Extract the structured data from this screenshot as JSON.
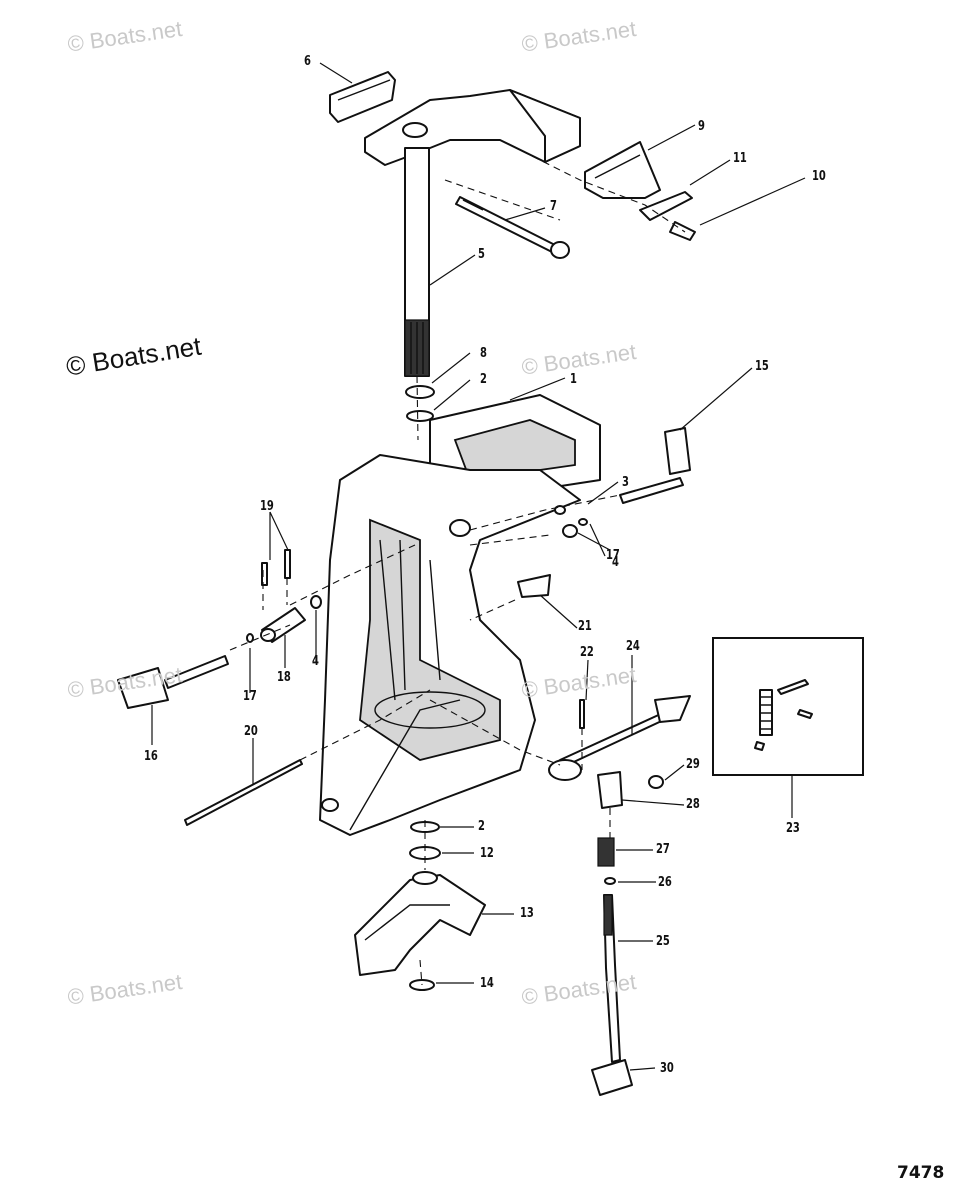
{
  "watermark": {
    "faint": "© Boats.net",
    "main": "© Boats.net"
  },
  "figure_number": "7478",
  "callouts": {
    "c1": "1",
    "c2a": "2",
    "c2b": "2",
    "c3": "3",
    "c4a": "4",
    "c4b": "4",
    "c5": "5",
    "c6": "6",
    "c7": "7",
    "c8": "8",
    "c9": "9",
    "c10": "10",
    "c11": "11",
    "c12": "12",
    "c13": "13",
    "c14": "14",
    "c15": "15",
    "c16": "16",
    "c17a": "17",
    "c17b": "17",
    "c18": "18",
    "c19": "19",
    "c20": "20",
    "c21": "21",
    "c22": "22",
    "c23": "23",
    "c24": "24",
    "c25": "25",
    "c26": "26",
    "c27": "27",
    "c28": "28",
    "c29": "29",
    "c30": "30"
  }
}
